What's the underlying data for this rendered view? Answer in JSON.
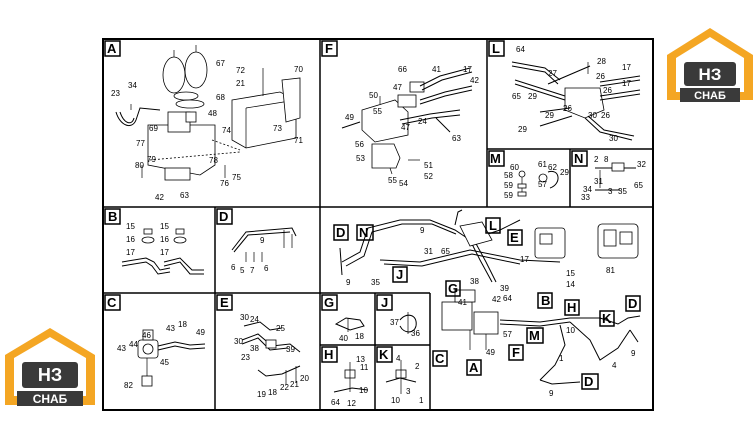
{
  "logo": {
    "letters": "НЗ",
    "caption": "СНАБ",
    "color_orange": "#f4a623",
    "color_dark": "#3a3a3a"
  },
  "sections": {
    "A": "A",
    "F": "F",
    "L": "L",
    "M": "M",
    "N": "N",
    "B": "B",
    "D": "D",
    "C": "C",
    "E": "E",
    "G": "G",
    "J": "J",
    "H": "H",
    "K": "K"
  },
  "labels": {
    "a67": "67",
    "a72": "72",
    "a21": "21",
    "a70": "70",
    "a34": "34",
    "a23": "23",
    "a68": "68",
    "a69": "69",
    "a48": "48",
    "a73": "73",
    "a74": "74",
    "a71": "71",
    "a77": "77",
    "a79": "79",
    "a80": "80",
    "a78": "78",
    "a75": "75",
    "a76": "76",
    "a42": "42",
    "a63": "63",
    "f66": "66",
    "f41": "41",
    "f17": "17",
    "f42": "42",
    "f50": "50",
    "f47": "47",
    "f49": "49",
    "f55": "55",
    "f56": "56",
    "f47b": "47",
    "f24": "24",
    "f63": "63",
    "f53": "53",
    "f51": "51",
    "f55b": "55",
    "f54": "54",
    "f52": "52",
    "l64": "64",
    "l28": "28",
    "l27": "27",
    "l26": "26",
    "l17": "17",
    "l65": "65",
    "l29": "29",
    "l26b": "26",
    "l17b": "17",
    "l29b": "29",
    "l26c": "26",
    "l30": "30",
    "l26d": "26",
    "l29c": "29",
    "l30b": "30",
    "m60": "60",
    "m61": "61",
    "m62": "62",
    "m58": "58",
    "m29": "29",
    "m59": "59",
    "m57": "57",
    "m59b": "59",
    "n2": "2",
    "n8": "8",
    "n32": "32",
    "n31": "31",
    "n34": "34",
    "n3": "3",
    "n35": "35",
    "n33": "33",
    "n65": "65",
    "b15": "15",
    "b16": "16",
    "b17": "17",
    "b15b": "15",
    "b16b": "16",
    "b17b": "17",
    "d9": "9",
    "d6": "6",
    "d5": "5",
    "d7": "7",
    "d6b": "6",
    "m_9": "9",
    "m_31": "31",
    "m_65": "65",
    "m_35": "35",
    "m_9b": "9",
    "m_17": "17",
    "m_15": "15",
    "m_14": "14",
    "m_38": "38",
    "m_39": "39",
    "m_41": "41",
    "m_42": "42",
    "m_64": "64",
    "m_57": "57",
    "m_49": "49",
    "m_81": "81",
    "m_10": "10",
    "m_1": "1",
    "m_4": "4",
    "m_9c": "9",
    "m_9d": "9",
    "c43": "43",
    "c44": "44",
    "c46": "46",
    "c43b": "43",
    "c18": "18",
    "c49": "49",
    "c45": "45",
    "c82": "82",
    "e30": "30",
    "e24": "24",
    "e25": "25",
    "e30b": "30",
    "e38": "38",
    "e39": "39",
    "e23": "23",
    "e20": "20",
    "e21": "21",
    "e22": "22",
    "e18": "18",
    "e19": "19",
    "g40": "40",
    "g18": "18",
    "j37": "37",
    "j36": "36",
    "h13": "13",
    "h11": "11",
    "h10": "10",
    "h64": "64",
    "h12": "12",
    "k4": "4",
    "k2": "2",
    "k3": "3",
    "k1": "1",
    "k10": "10"
  }
}
